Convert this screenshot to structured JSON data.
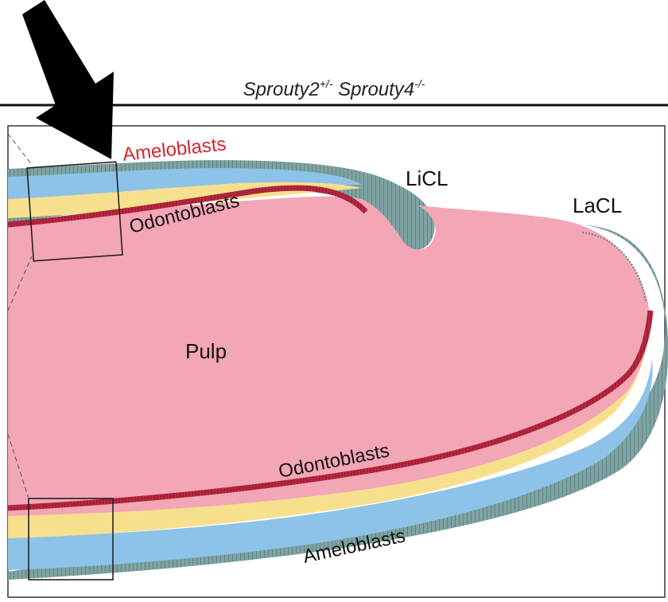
{
  "figure": {
    "title_parts": {
      "gene1": "Sprouty2",
      "sup1": "+/-",
      "gene2": "Sprouty4",
      "sup2": "-/-"
    },
    "labels": {
      "ameloblasts_top": "Ameloblasts",
      "odontoblasts_top": "Odontoblasts",
      "licl": "LiCL",
      "lacl": "LaCL",
      "pulp": "Pulp",
      "odontoblasts_bottom": "Odontoblasts",
      "ameloblasts_bottom": "Ameloblasts"
    },
    "colors": {
      "pulp": "#f3a6b6",
      "odontoblast_layer": "#b8273f",
      "dentin_yellow": "#f7e08d",
      "enamel_blue": "#8dc3e8",
      "epithelium_teal": "#7fa3a2",
      "ameloblast_label": "#d8242f",
      "arrow": "#000000"
    }
  }
}
